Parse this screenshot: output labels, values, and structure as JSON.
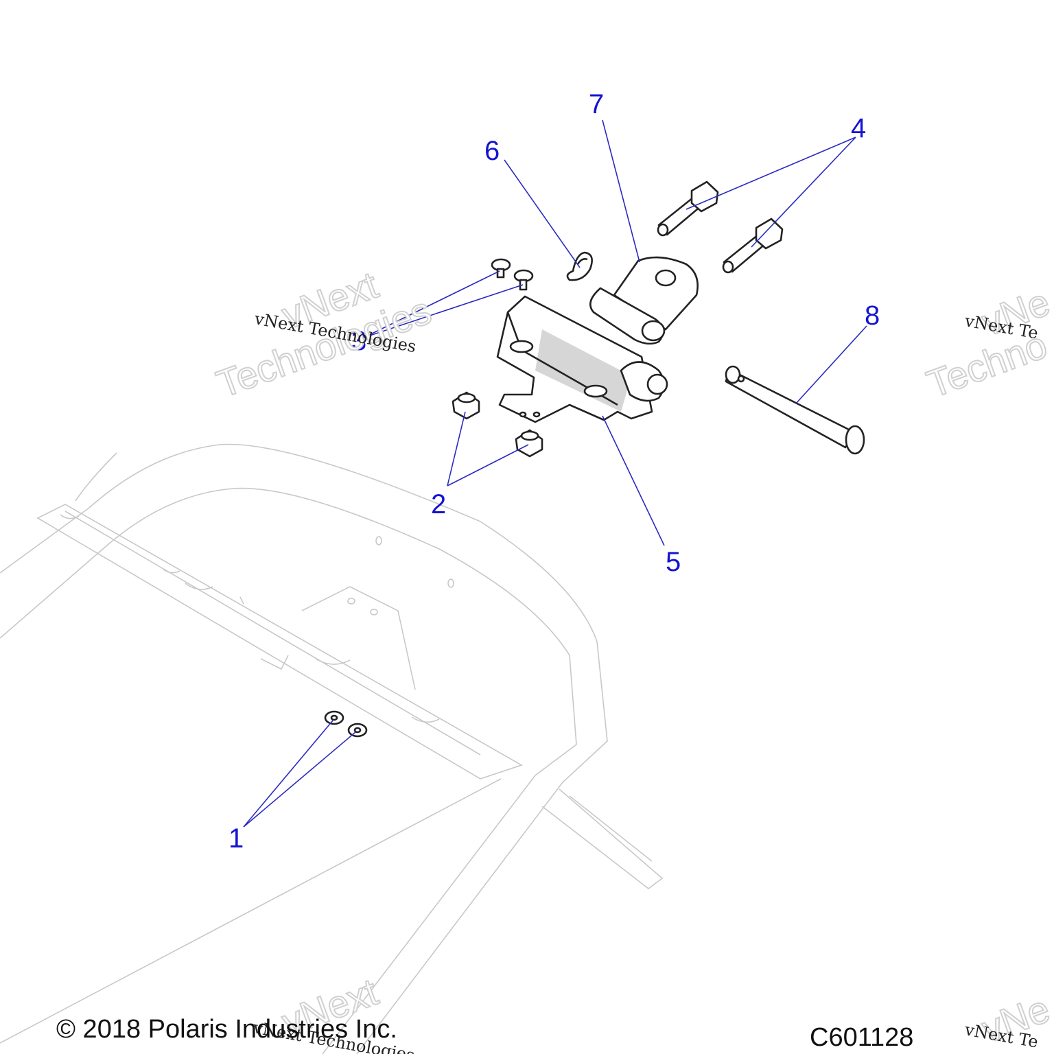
{
  "callouts": [
    {
      "id": "1",
      "label": "1"
    },
    {
      "id": "2",
      "label": "2"
    },
    {
      "id": "3",
      "label": "3"
    },
    {
      "id": "4",
      "label": "4"
    },
    {
      "id": "5",
      "label": "5"
    },
    {
      "id": "6",
      "label": "6"
    },
    {
      "id": "7",
      "label": "7"
    },
    {
      "id": "8",
      "label": "8"
    }
  ],
  "footer": {
    "copyright": "© 2018 Polaris Industries Inc.",
    "figure_code": "C601128"
  },
  "watermark": {
    "line_small": "vNext Technologies",
    "line_big_1": "vNext",
    "line_big_2": "Technologies",
    "partial_small": "vNext Te",
    "partial_big_1": "vNe",
    "partial_big_2": "Techno"
  },
  "colors": {
    "callout": "#1414d2",
    "leader": "#2a2ac0",
    "frame": "#c8c8c8",
    "part": "#222222"
  }
}
